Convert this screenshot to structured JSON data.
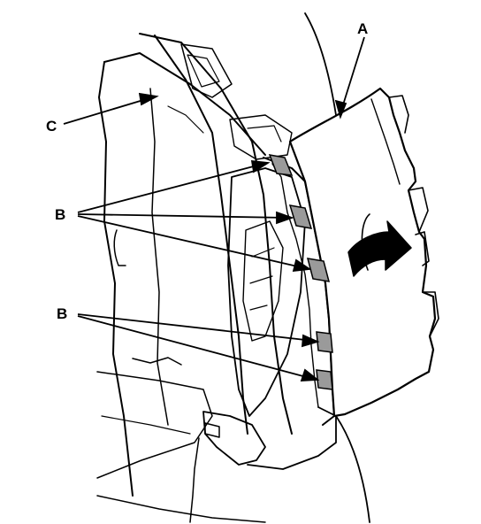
{
  "labels": {
    "a": "A",
    "b_upper": "B",
    "b_lower": "B",
    "c": "C"
  },
  "colors": {
    "ink": "#000000",
    "paper": "#ffffff",
    "tab_fill": "#9a9a9a"
  },
  "icons": {
    "rotation_arrow": "curved-arrow-icon"
  }
}
